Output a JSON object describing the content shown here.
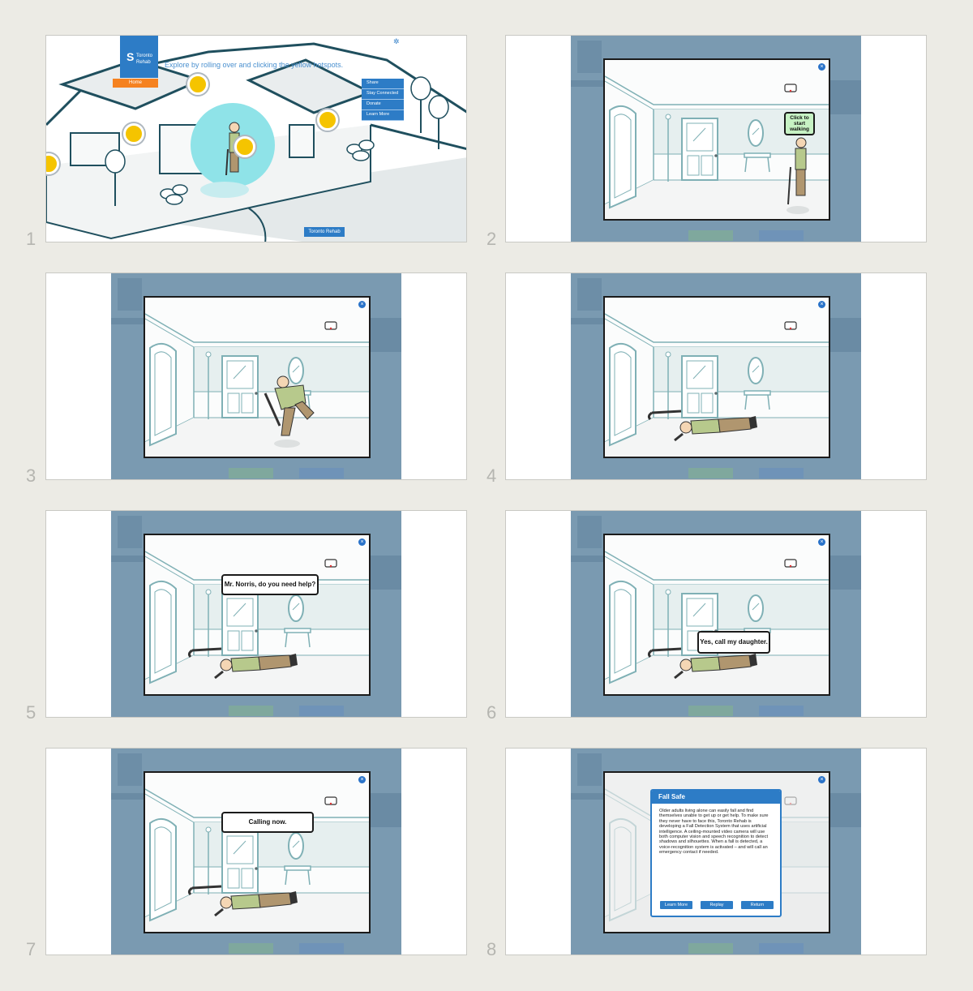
{
  "frames": [
    {
      "num": "1"
    },
    {
      "num": "2"
    },
    {
      "num": "3"
    },
    {
      "num": "4"
    },
    {
      "num": "5"
    },
    {
      "num": "6"
    },
    {
      "num": "7"
    },
    {
      "num": "8"
    }
  ],
  "frame1": {
    "logo_line1": "Toronto",
    "logo_line2": "Rehab",
    "home": "Home",
    "explore": "Explore by rolling over and clicking the yellow hotspots.",
    "menu": [
      "Share",
      "Stay Connected",
      "Donate",
      "Learn More"
    ],
    "bottom_link": "Toronto Rehab"
  },
  "frame2": {
    "bubble": "Click to start walking"
  },
  "frame5": {
    "bubble": "Mr. Norris, do you need help?"
  },
  "frame6": {
    "bubble": "Yes, call my daughter."
  },
  "frame7": {
    "bubble": "Calling now."
  },
  "frame8": {
    "title": "Fall Safe",
    "body": "Older adults living alone can easily fall and find themselves unable to get up or get help. To make sure they never have to face this, Toronto Rehab is developing a Fall Detection System that uses artificial intelligence. A ceiling-mounted video camera will use both computer vision and speech recognition to detect shadows and silhouettes. When a fall is detected, a voice-recognition system is activated – and will call an emergency contact if needed.",
    "buttons": [
      "Learn More",
      "Replay",
      "Return"
    ]
  },
  "colors": {
    "accent": "#2d7cc6",
    "orange": "#f58220",
    "hotspot": "#f5c400",
    "overlay": "#7a9ab1",
    "bubble_green": "#c7f2c4"
  }
}
